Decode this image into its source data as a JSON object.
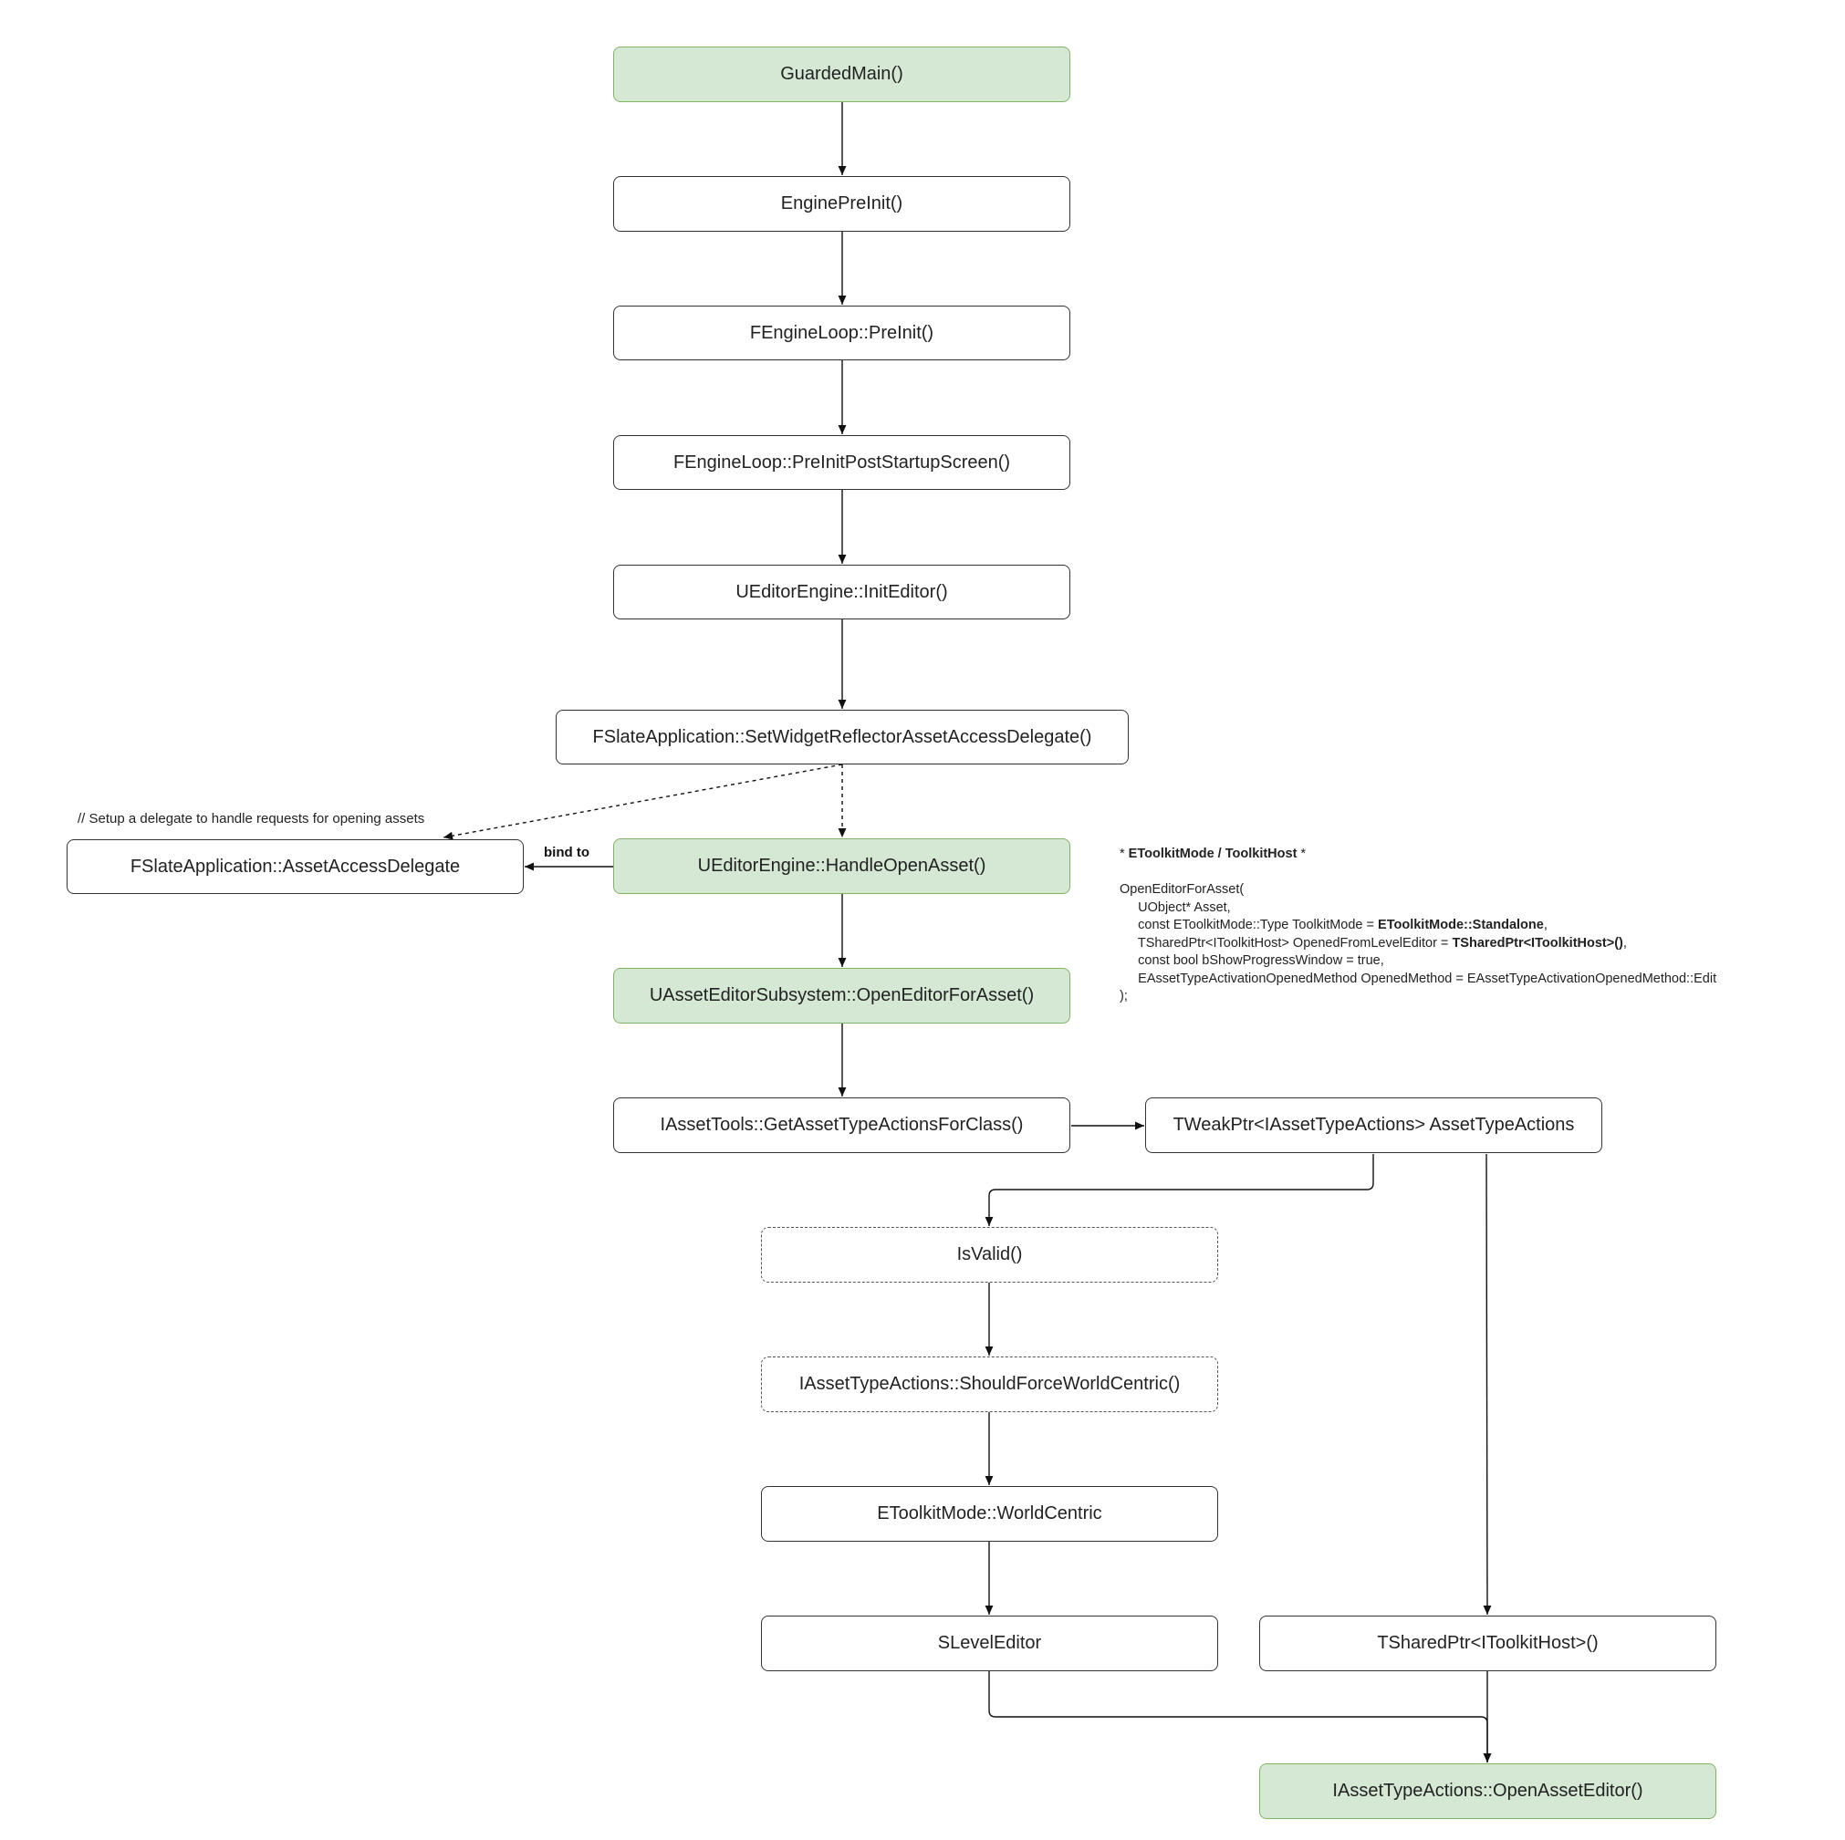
{
  "nodes": {
    "guarded_main": "GuardedMain()",
    "engine_preinit": "EnginePreInit()",
    "engine_loop_preinit": "FEngineLoop::PreInit()",
    "preinit_post_startup": "FEngineLoop::PreInitPostStartupScreen()",
    "init_editor": "UEditorEngine::InitEditor()",
    "set_widget_reflector": "FSlateApplication::SetWidgetReflectorAssetAccessDelegate()",
    "asset_access_delegate": "FSlateApplication::AssetAccessDelegate",
    "handle_open_asset": "UEditorEngine::HandleOpenAsset()",
    "open_editor_for_asset": "UAssetEditorSubsystem::OpenEditorForAsset()",
    "get_asset_type_actions": "IAssetTools::GetAssetTypeActionsForClass()",
    "weak_ptr_actions": "TWeakPtr<IAssetTypeActions> AssetTypeActions",
    "is_valid": "IsValid()",
    "should_force_world_centric": "IAssetTypeActions::ShouldForceWorldCentric()",
    "world_centric": "EToolkitMode::WorldCentric",
    "slevel_editor": "SLevelEditor",
    "shared_ptr_host": "TSharedPtr<IToolkitHost>()",
    "open_asset_editor": "IAssetTypeActions::OpenAssetEditor()"
  },
  "labels": {
    "delegate_comment": "// Setup a delegate to handle requests for opening assets",
    "bind_to": "bind to"
  },
  "note": {
    "header_prefix": "* ",
    "header_bold": "EToolkitMode / ToolkitHost",
    "header_suffix": " *",
    "line_signature": "OpenEditorForAsset(",
    "line_asset": "     UObject* Asset,",
    "line_mode_prefix": "     const EToolkitMode::Type ToolkitMode = ",
    "line_mode_bold": "EToolkitMode::Standalone",
    "line_mode_suffix": ",",
    "line_host_prefix": "     TSharedPtr<IToolkitHost> OpenedFromLevelEditor = ",
    "line_host_bold": "TSharedPtr<IToolkitHost>()",
    "line_host_suffix": ",",
    "line_progress": "     const bool bShowProgressWindow = true,",
    "line_method": "     EAssetTypeActivationOpenedMethod OpenedMethod = EAssetTypeActivationOpenedMethod::Edit",
    "line_close": ");"
  },
  "colors": {
    "green_fill": "#d5e8d4",
    "green_stroke": "#82b366",
    "stroke": "#333333",
    "background": "#ffffff"
  }
}
